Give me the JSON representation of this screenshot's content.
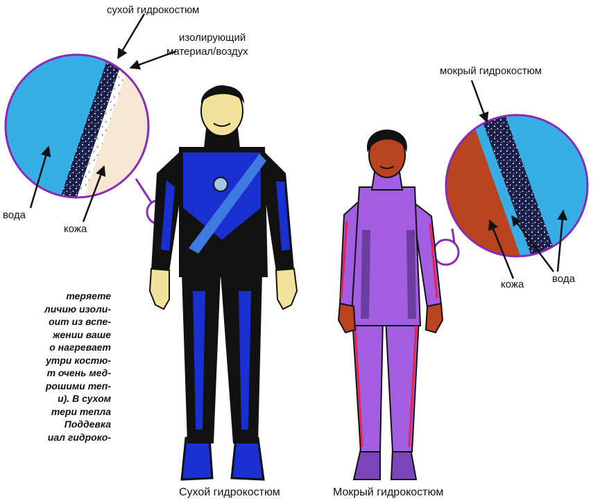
{
  "labels": {
    "dry_suit_top": "сухой гидрокостюм",
    "insulating_material": [
      "изолирующий",
      "материал/воздух"
    ],
    "water_left": "вода",
    "skin_left": "кожа",
    "wet_suit_top": "мокрый гидрокостюм",
    "skin_right": "кожа",
    "water_right": "вода"
  },
  "captions": {
    "dry_suit": "Сухой гидрокостюм",
    "wet_suit": "Мокрый гидрокостюм"
  },
  "side_text": [
    "теряете",
    "личию изоли-",
    "оит из вспе-",
    "жении ваше",
    "о нагревает",
    "утри костю-",
    "т очень мед-",
    "рошими теп-",
    "и). В сухом",
    "тери тепла",
    "Поддевка",
    "иал гидроко-"
  ],
  "colors": {
    "water": "#38aee6",
    "skin_light": "#f6e6d4",
    "dry_suit_black": "#111111",
    "dry_suit_blue": "#1a2fd0",
    "wet_suit_purple": "#a35de0",
    "wet_suit_red": "#e8234a",
    "skin_dark": "#b8431e",
    "callout_purple": "#8a2bb8"
  }
}
